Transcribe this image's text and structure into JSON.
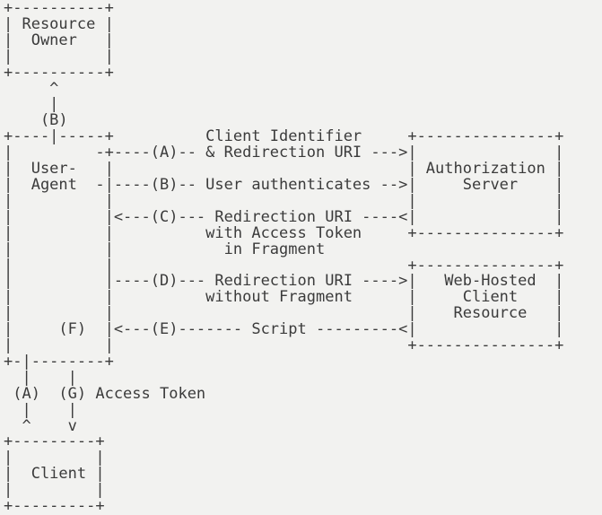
{
  "colors": {
    "background": "#f2f2f0",
    "text": "#3b3b3b"
  },
  "diagram": {
    "lines": [
      "+----------+",
      "| Resource |",
      "|  Owner   |",
      "|          |",
      "+----------+",
      "     ^",
      "     |",
      "    (B)",
      "+----|-----+          Client Identifier     +---------------+",
      "|         -+----(A)-- & Redirection URI --->|               |",
      "|  User-   |                                | Authorization |",
      "|  Agent  -|----(B)-- User authenticates -->|     Server    |",
      "|          |                                |               |",
      "|          |<---(C)--- Redirection URI ----<|               |",
      "|          |          with Access Token     +---------------+",
      "|          |            in Fragment",
      "|          |                                +---------------+",
      "|          |----(D)--- Redirection URI ---->|   Web-Hosted  |",
      "|          |          without Fragment      |     Client    |",
      "|          |                                |    Resource   |",
      "|     (F)  |<---(E)------- Script ---------<|               |",
      "|          |                                +---------------+",
      "+-|--------+",
      "  |    |",
      " (A)  (G) Access Token",
      "  |    |",
      "  ^    v",
      "+---------+",
      "|         |",
      "|  Client |",
      "|         |",
      "+---------+"
    ],
    "entities": [
      "Resource Owner",
      "User-Agent",
      "Authorization Server",
      "Web-Hosted Client Resource",
      "Client"
    ],
    "flow_labels": [
      {
        "marker": "(A)",
        "label": "Client Identifier & Redirection URI"
      },
      {
        "marker": "(B)",
        "label": "User authenticates"
      },
      {
        "marker": "(C)",
        "label": "Redirection URI with Access Token in Fragment"
      },
      {
        "marker": "(D)",
        "label": "Redirection URI without Fragment"
      },
      {
        "marker": "(E)",
        "label": "Script"
      },
      {
        "marker": "(F)",
        "label": ""
      },
      {
        "marker": "(G)",
        "label": "Access Token"
      }
    ]
  }
}
